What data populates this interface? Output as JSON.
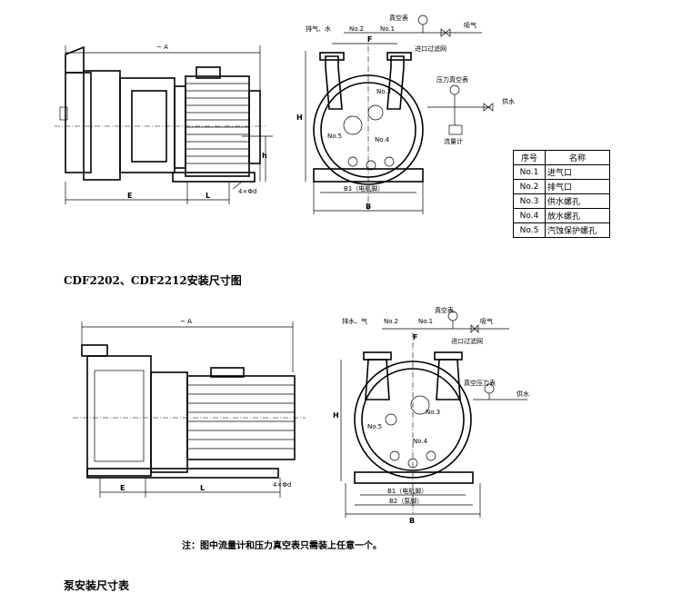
{
  "legend": {
    "headers": [
      "序号",
      "名称"
    ],
    "rows": [
      [
        "No.1",
        "进气口"
      ],
      [
        "No.2",
        "排气口"
      ],
      [
        "No.3",
        "供水螺孔"
      ],
      [
        "No.4",
        "放水螺孔"
      ],
      [
        "No.5",
        "汽蚀保护螺孔"
      ]
    ]
  },
  "caption_mid": "CDF2202、CDF2212安装尺寸图",
  "note_bottom": "注：图中流量计和压力真空表只需装上任意一个。",
  "caption_cut": "泵安装尺寸表",
  "top_diagram": {
    "dims": {
      "A": "~ A",
      "E": "E",
      "L": "L",
      "h": "h",
      "bolt": "4×Φd",
      "F": "F",
      "H": "H",
      "B1": "B1（电机脚）",
      "B": "B"
    },
    "labels": {
      "drain": "排气、水",
      "no2": "No.2",
      "no1": "No.1",
      "vacuum_gauge": "真空表",
      "exhaust": "吸气",
      "inlet_filter": "进口过滤网",
      "pressure_vacuum": "压力真空表",
      "water_supply": "供水",
      "flowmeter": "流量计",
      "no3": "No.3",
      "no4": "No.4",
      "no5": "No.5"
    }
  },
  "bottom_diagram": {
    "dims": {
      "A": "~ A",
      "E": "E",
      "L": "L",
      "bolt": "4×Φd",
      "F": "F",
      "H": "H",
      "B1": "B1（电机脚）",
      "B2": "B2（泵脚）",
      "B": "B"
    },
    "labels": {
      "drain": "排水、气",
      "no2": "No.2",
      "no1": "No.1",
      "vacuum_gauge": "真空表",
      "exhaust": "吸气",
      "inlet_filter": "进口过滤网",
      "pressure_vacuum": "真空压力表",
      "water_supply": "供水",
      "no3": "No.3",
      "no4": "No.4",
      "no5": "No.5"
    }
  }
}
